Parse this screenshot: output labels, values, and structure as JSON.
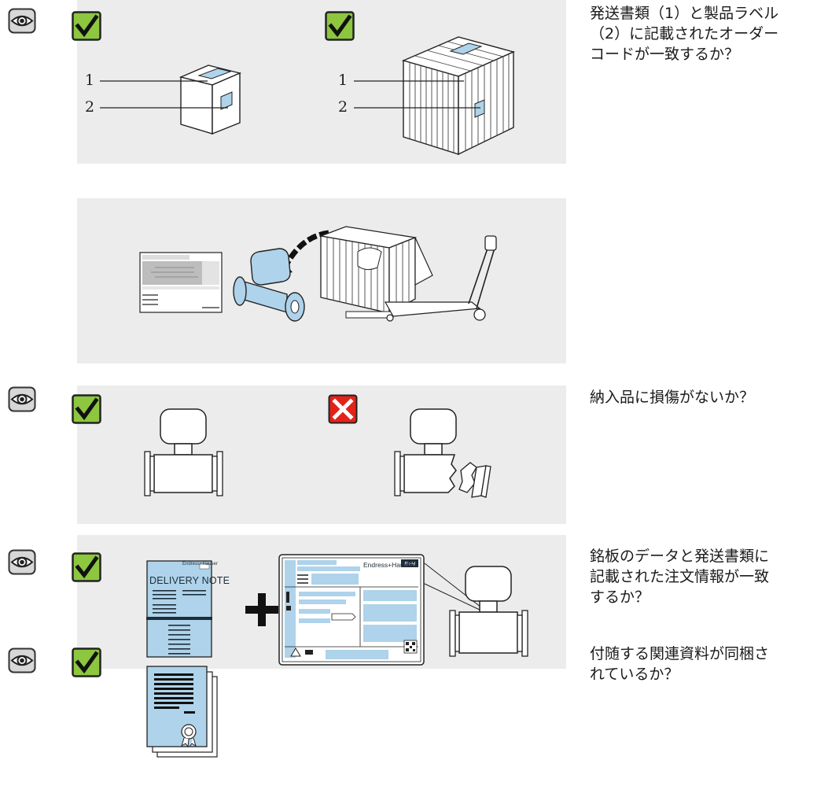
{
  "steps": [
    {
      "caption_lines": [
        "発送書類（1）と製品ラベル",
        "（2）に記載されたオーダー",
        "コードが一致するか？"
      ]
    },
    {
      "caption_lines": [
        "納入品に損傷がないか？"
      ]
    },
    {
      "caption_lines": [
        "銘板のデータと発送書類に",
        "記載された注文情報が一致",
        "するか？"
      ]
    },
    {
      "caption_lines": [
        "付随する関連資料が同梱さ",
        "れているか？"
      ]
    }
  ],
  "callouts": {
    "one": "1",
    "two": "2"
  },
  "delivery_note": {
    "title": "DELIVERY NOTE",
    "brand": "Endress+Hauser"
  },
  "nameplate": {
    "brand": "Endress+Hauser"
  },
  "colors": {
    "check_green": "#8dc63f",
    "cross_red": "#e2231a",
    "light_blue": "#aed3ea",
    "panel_gray": "#ececec"
  }
}
